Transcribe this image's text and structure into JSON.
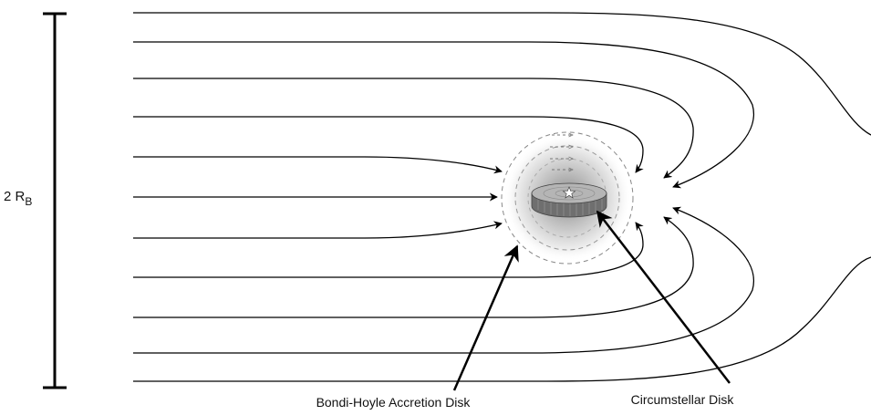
{
  "scale_bar": {
    "number": "2 R",
    "subscript": "B"
  },
  "labels": {
    "bondi_hoyle": "Bondi-Hoyle Accretion Disk",
    "circumstellar": "Circumstellar Disk"
  },
  "colors": {
    "line": "#000000",
    "halo_center": "#8f8f8f",
    "halo_edge": "#ffffff",
    "disk_top": "#b3b3b3",
    "disk_side": "#6e6e6e"
  },
  "icons": {
    "star": "star-icon"
  }
}
